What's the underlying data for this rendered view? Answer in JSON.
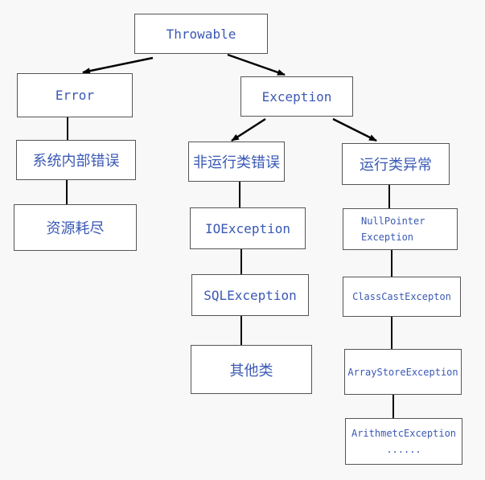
{
  "nodes": {
    "throwable": "Throwable",
    "error": "Error",
    "exception": "Exception",
    "system_error": "系统内部错误",
    "resource_exhausted": "资源耗尽",
    "non_runtime": "非运行类错误",
    "runtime": "运行类异常",
    "io_exception": "IOException",
    "sql_exception": "SQLException",
    "other": "其他类",
    "null_pointer_line1": "NullPointer",
    "null_pointer_line2": "Exception",
    "class_cast": "ClassCastExcepton",
    "array_store": "ArrayStoreException",
    "arithmetic": "ArithmetcException",
    "ellipsis": "......"
  },
  "colors": {
    "text": "#3a59b4",
    "border": "#555555",
    "line": "#000000",
    "background": "#f8f8f8"
  }
}
